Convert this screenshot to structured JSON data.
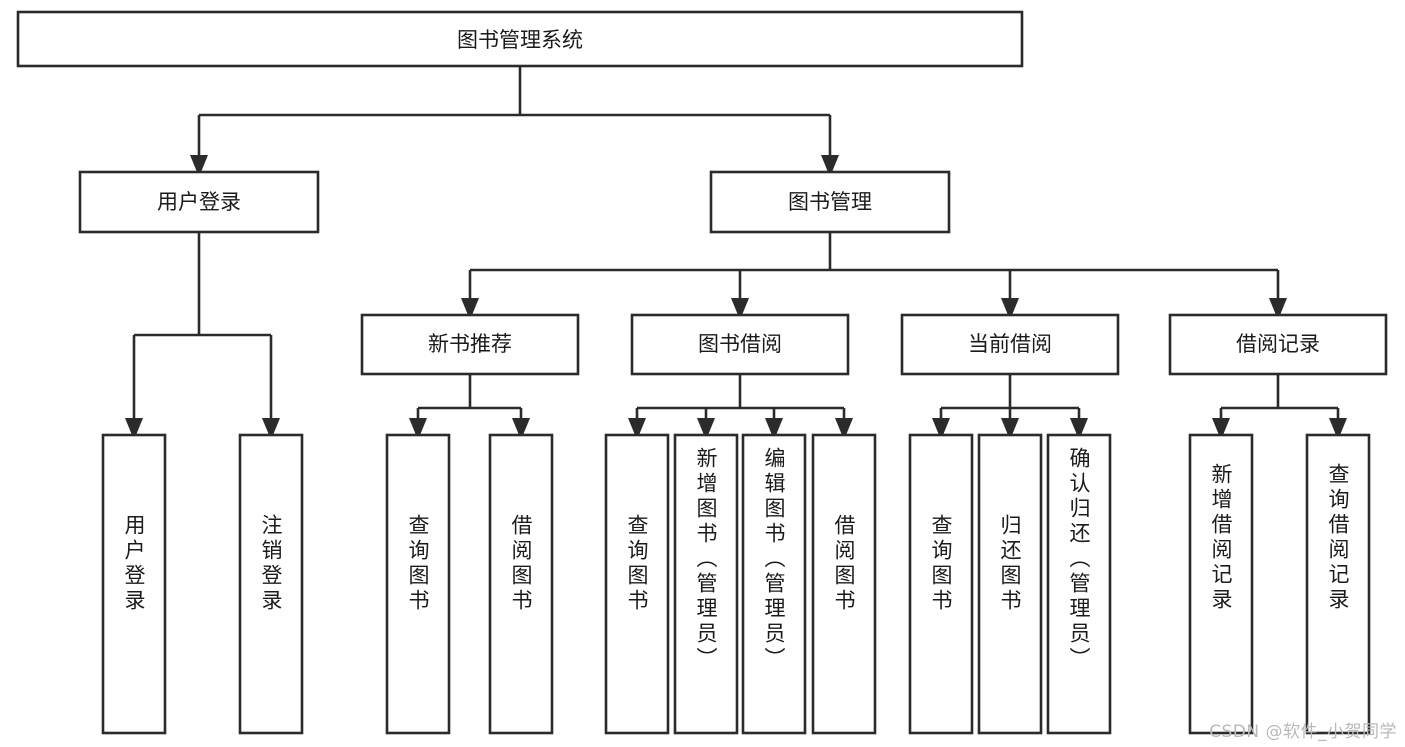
{
  "diagram": {
    "type": "tree-hierarchy",
    "title": "图书管理系统",
    "watermark": "CSDN @软件_小贺同学",
    "colors": {
      "background": "#ffffff",
      "stroke": "#2b2b2b",
      "box_fill": "#ffffff",
      "text": "#1b1b1b",
      "watermark": "#b9b9b9"
    },
    "levels": {
      "root": {
        "label": "图书管理系统"
      },
      "level2": [
        {
          "label": "用户登录"
        },
        {
          "label": "图书管理"
        }
      ],
      "level3": [
        {
          "label": "新书推荐"
        },
        {
          "label": "图书借阅"
        },
        {
          "label": "当前借阅"
        },
        {
          "label": "借阅记录"
        }
      ]
    },
    "groups": [
      {
        "parent": "用户登录",
        "leaves": [
          {
            "label": "用户登录"
          },
          {
            "label": "注销登录"
          }
        ]
      },
      {
        "parent": "新书推荐",
        "leaves": [
          {
            "label": "查询图书"
          },
          {
            "label": "借阅图书"
          }
        ]
      },
      {
        "parent": "图书借阅",
        "leaves": [
          {
            "label": "查询图书"
          },
          {
            "label": "新增图书（管理员）"
          },
          {
            "label": "编辑图书（管理员）"
          },
          {
            "label": "借阅图书"
          }
        ]
      },
      {
        "parent": "当前借阅",
        "leaves": [
          {
            "label": "查询图书"
          },
          {
            "label": "归还图书"
          },
          {
            "label": "确认归还（管理员）"
          }
        ]
      },
      {
        "parent": "借阅记录",
        "leaves": [
          {
            "label": "新增借阅记录"
          },
          {
            "label": "查询借阅记录"
          }
        ]
      }
    ]
  }
}
